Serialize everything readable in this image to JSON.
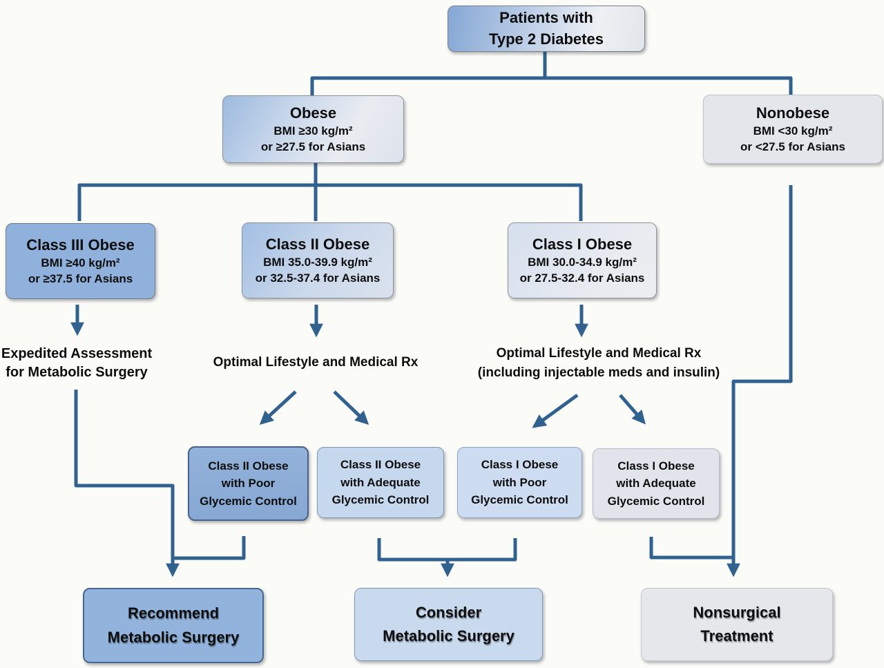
{
  "title": "Metabolic surgery treatment algorithm for patients with type 2 diabetes",
  "colors": {
    "line": "#31618f",
    "text": "#0d0d0d",
    "bg": "#fbfbf7",
    "blue_strong": "#90b1db",
    "blue_medium": "#a9c4e5",
    "blue_light": "#c9daee",
    "gray_light": "#e3e6eb"
  },
  "nodes": {
    "patients": {
      "lines": [
        "Patients with",
        "Type 2 Diabetes"
      ]
    },
    "obese": {
      "lines": [
        "Obese",
        "BMI ≥30 kg/m²",
        "or ≥27.5 for Asians"
      ]
    },
    "nonobese": {
      "lines": [
        "Nonobese",
        "BMI <30 kg/m²",
        "or <27.5 for Asians"
      ]
    },
    "class3": {
      "lines": [
        "Class III Obese",
        "BMI ≥40 kg/m²",
        "or ≥37.5 for Asians"
      ]
    },
    "class2": {
      "lines": [
        "Class II Obese",
        "BMI 35.0-39.9 kg/m²",
        "or 32.5-37.4 for Asians"
      ]
    },
    "class1": {
      "lines": [
        "Class I Obese",
        "BMI 30.0-34.9 kg/m²",
        "or 27.5-32.4 for Asians"
      ]
    },
    "expedited": {
      "lines": [
        "Expedited Assessment",
        "for Metabolic Surgery"
      ]
    },
    "optimal_mid": {
      "lines": [
        "Optimal Lifestyle and Medical Rx"
      ]
    },
    "optimal_right": {
      "lines": [
        "Optimal Lifestyle and Medical Rx",
        "(including injectable meds and insulin)"
      ]
    },
    "c2_poor": {
      "lines": [
        "Class II Obese",
        "with Poor",
        "Glycemic Control"
      ]
    },
    "c2_adequate": {
      "lines": [
        "Class II Obese",
        "with Adequate",
        "Glycemic Control"
      ]
    },
    "c1_poor": {
      "lines": [
        "Class I Obese",
        "with Poor",
        "Glycemic Control"
      ]
    },
    "c1_adequate": {
      "lines": [
        "Class I Obese",
        "with Adequate",
        "Glycemic Control"
      ]
    },
    "recommend": {
      "lines": [
        "Recommend",
        "Metabolic Surgery"
      ]
    },
    "consider": {
      "lines": [
        "Consider",
        "Metabolic Surgery"
      ]
    },
    "nonsurgical": {
      "lines": [
        "Nonsurgical",
        "Treatment"
      ]
    }
  }
}
